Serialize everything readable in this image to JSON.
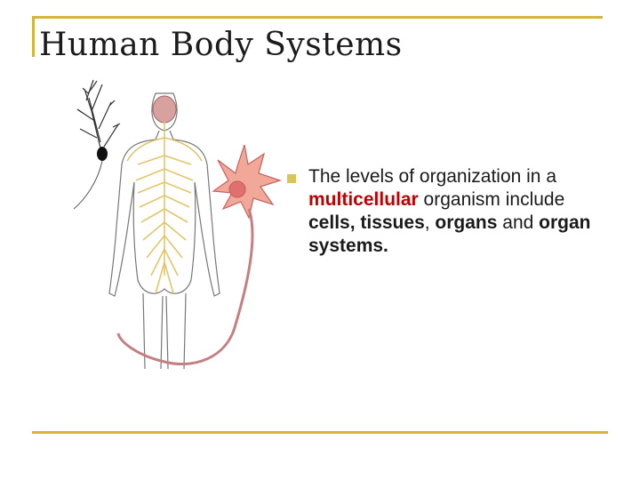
{
  "slide": {
    "title": "Human Body Systems",
    "accent_color": "#d4b53a",
    "bullet": {
      "icon": "square-bullet",
      "parts": [
        {
          "text": "The levels of organization in a ",
          "style": "normal"
        },
        {
          "text": "multicellular",
          "style": "highlight"
        },
        {
          "text": " organism include ",
          "style": "normal"
        },
        {
          "text": "cells, tissues",
          "style": "bold"
        },
        {
          "text": ", ",
          "style": "normal"
        },
        {
          "text": "organs",
          "style": "bold"
        },
        {
          "text": " and ",
          "style": "normal"
        },
        {
          "text": "organ systems.",
          "style": "bold"
        }
      ]
    },
    "illustration": {
      "subject": "nervous-system-with-neurons"
    }
  }
}
